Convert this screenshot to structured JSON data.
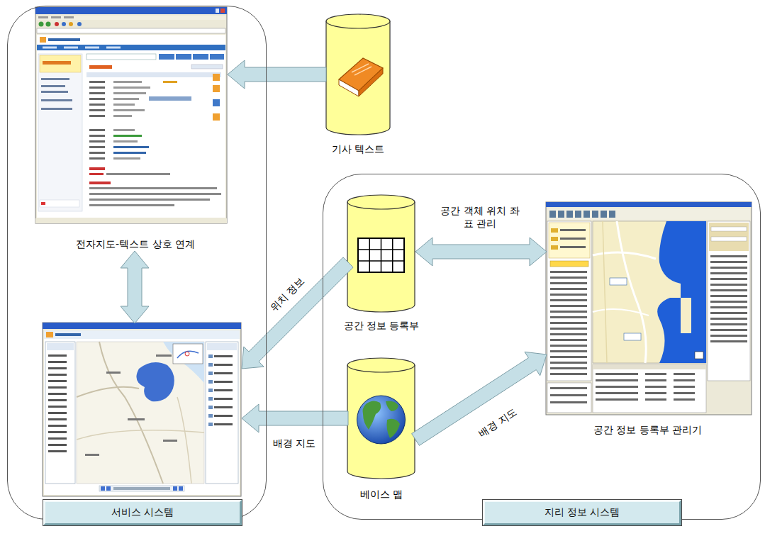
{
  "diagram": {
    "nodes": [
      {
        "text": [
          "서비스 시스템"
        ]
      },
      {
        "text": [
          "전자지도-텍스트 상호 연계"
        ],
        "in": 0
      },
      {
        "text": [],
        "in": 0
      },
      {
        "text": [
          "기사 텍스트"
        ]
      },
      {
        "text": [
          "지리 정보 시스템"
        ]
      },
      {
        "text": [
          "공간 정보 등록부"
        ],
        "in": 4
      },
      {
        "text": [
          "베이스 맵"
        ],
        "in": 4
      },
      {
        "text": [
          "공간 정보 등록부 관리기"
        ],
        "in": 4
      }
    ],
    "edges": [
      {
        "from": 3,
        "to": 1,
        "arrow": "to"
      },
      {
        "from": 1,
        "to": 2,
        "arrow": "both"
      },
      {
        "from": 5,
        "to": 2,
        "arrow": "to",
        "label": "위치 정보"
      },
      {
        "from": 6,
        "to": 2,
        "arrow": "to",
        "label": "배경 지도"
      },
      {
        "from": 5,
        "to": 7,
        "arrow": "both",
        "label": "공간 객체 위치 좌표 관리"
      },
      {
        "from": 6,
        "to": 7,
        "arrow": "to",
        "label": "배경 지도"
      }
    ]
  }
}
